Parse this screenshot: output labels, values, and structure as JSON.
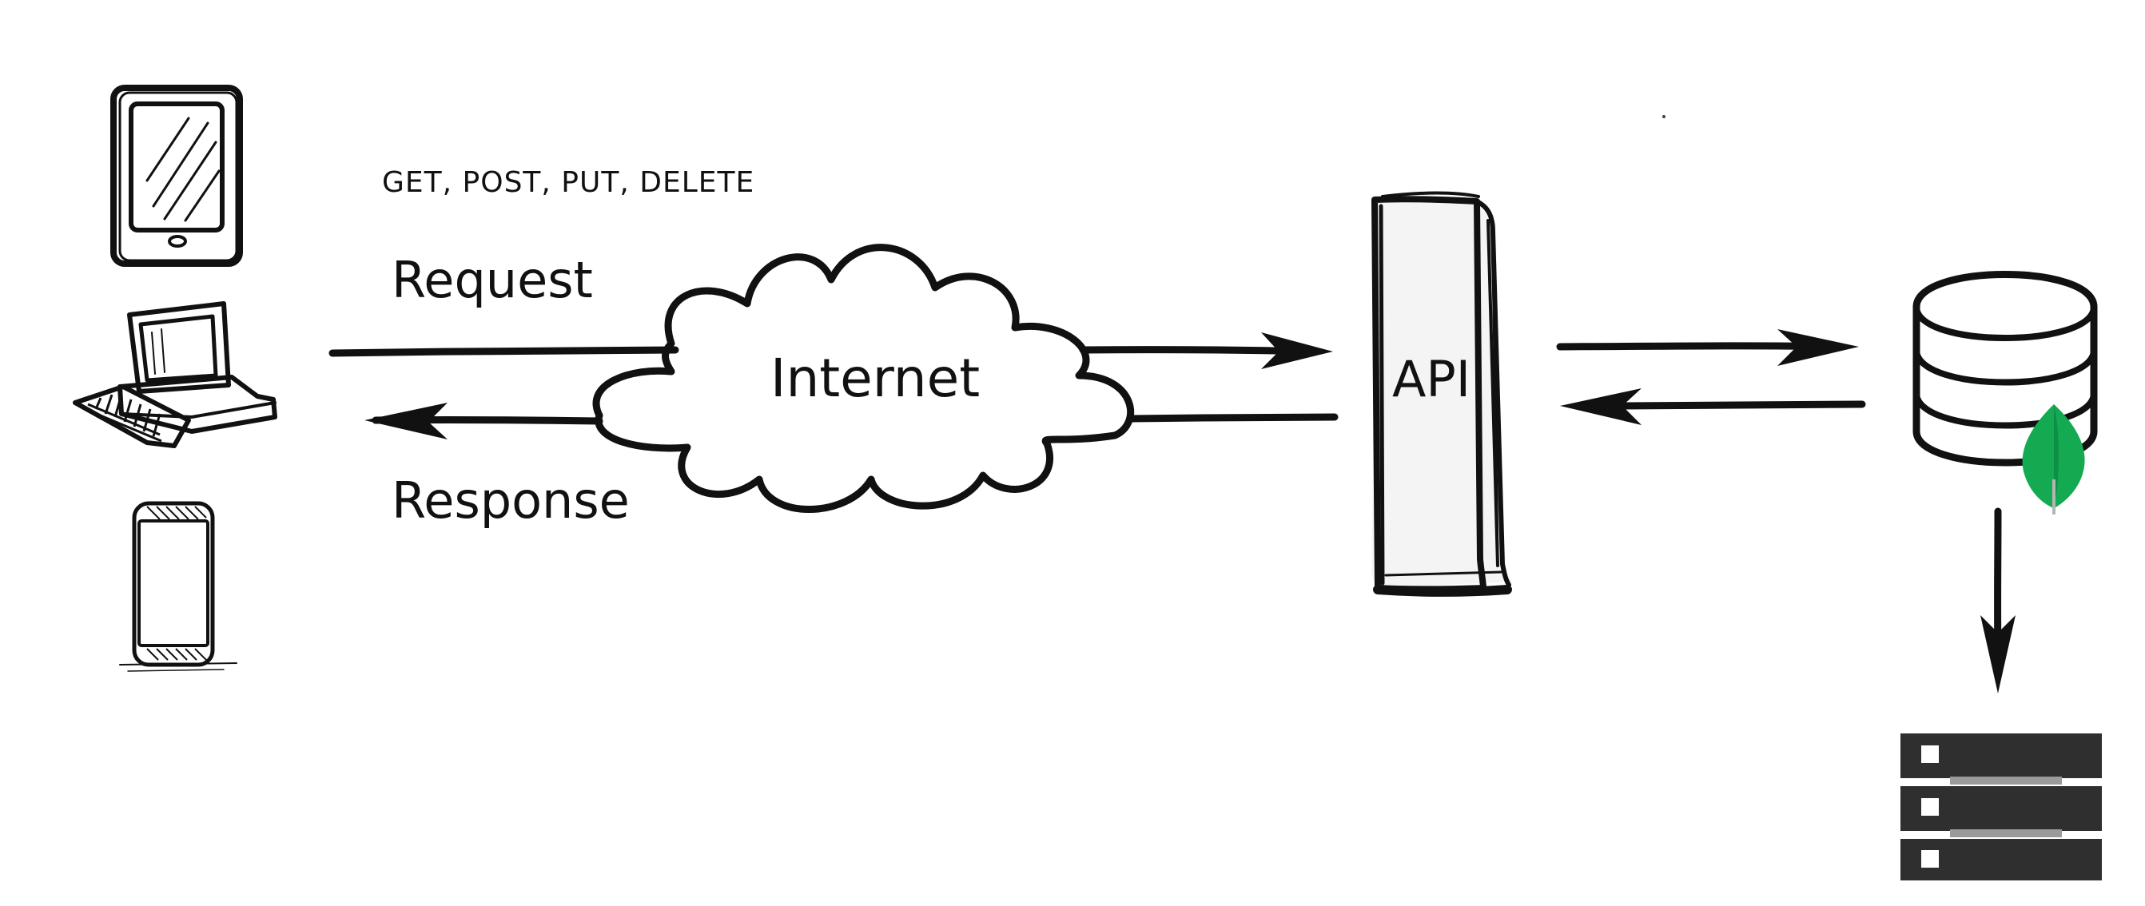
{
  "labels": {
    "methods": "GET, POST, PUT, DELETE",
    "request": "Request",
    "response": "Response",
    "cloud": "Internet",
    "api": "API"
  },
  "icons": {
    "tablet": "tablet-icon",
    "computer": "desktop-computer-icon",
    "phone": "smartphone-icon",
    "cloud": "cloud-icon",
    "api": "api-pillar-icon",
    "database": "database-icon",
    "leaf": "mongodb-leaf-icon",
    "server": "server-rack-icon"
  },
  "colors": {
    "ink": "#111111",
    "leaf": "#13aa52",
    "server": "#2f2f2f"
  }
}
